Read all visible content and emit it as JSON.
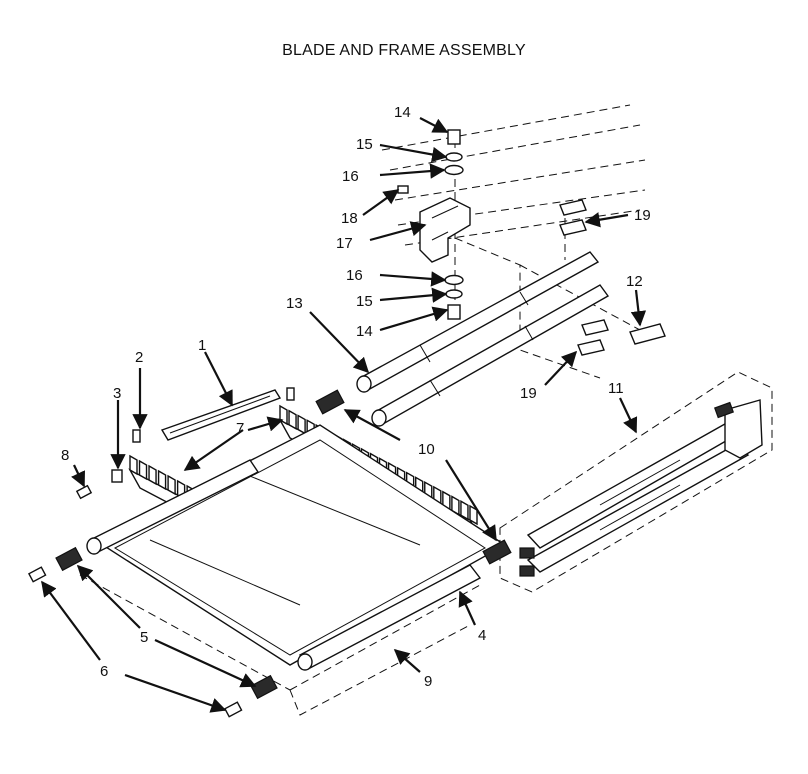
{
  "diagram": {
    "title": "BLADE AND FRAME ASSEMBLY",
    "callouts": [
      {
        "id": "c14a",
        "text": "14"
      },
      {
        "id": "c15a",
        "text": "15"
      },
      {
        "id": "c16a",
        "text": "16"
      },
      {
        "id": "c18",
        "text": "18"
      },
      {
        "id": "c17",
        "text": "17"
      },
      {
        "id": "c19a",
        "text": "19"
      },
      {
        "id": "c16b",
        "text": "16"
      },
      {
        "id": "c15b",
        "text": "15"
      },
      {
        "id": "c14b",
        "text": "14"
      },
      {
        "id": "c13",
        "text": "13"
      },
      {
        "id": "c12",
        "text": "12"
      },
      {
        "id": "c19b",
        "text": "19"
      },
      {
        "id": "c11",
        "text": "11"
      },
      {
        "id": "c2",
        "text": "2"
      },
      {
        "id": "c1",
        "text": "1"
      },
      {
        "id": "c3",
        "text": "3"
      },
      {
        "id": "c7",
        "text": "7"
      },
      {
        "id": "c10",
        "text": "10"
      },
      {
        "id": "c8",
        "text": "8"
      },
      {
        "id": "c4",
        "text": "4"
      },
      {
        "id": "c5",
        "text": "5"
      },
      {
        "id": "c6",
        "text": "6"
      },
      {
        "id": "c9",
        "text": "9"
      }
    ]
  }
}
